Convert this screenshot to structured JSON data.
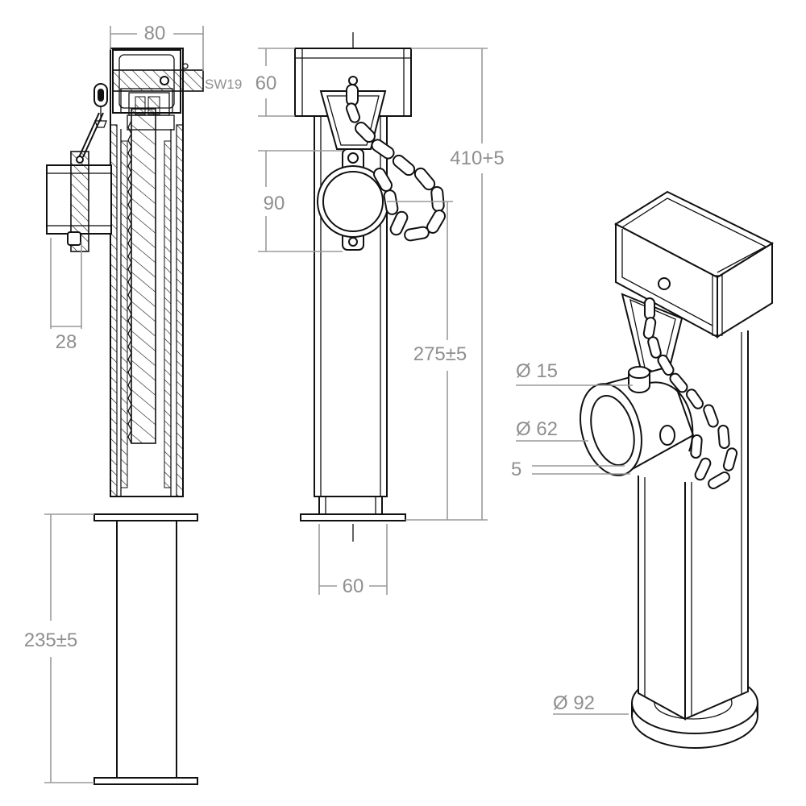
{
  "dimensions": {
    "side_width": "80",
    "wrench_size": "SW19",
    "head_height": "60",
    "total_height": "410+5",
    "clamp_height": "90",
    "clamp_width": "28",
    "tube_length": "275±5",
    "extension": "235±5",
    "front_width": "60",
    "pin_diameter": "Ø 15",
    "clamp_diameter": "Ø 62",
    "wall_thickness": "5",
    "foot_diameter": "Ø 92"
  }
}
